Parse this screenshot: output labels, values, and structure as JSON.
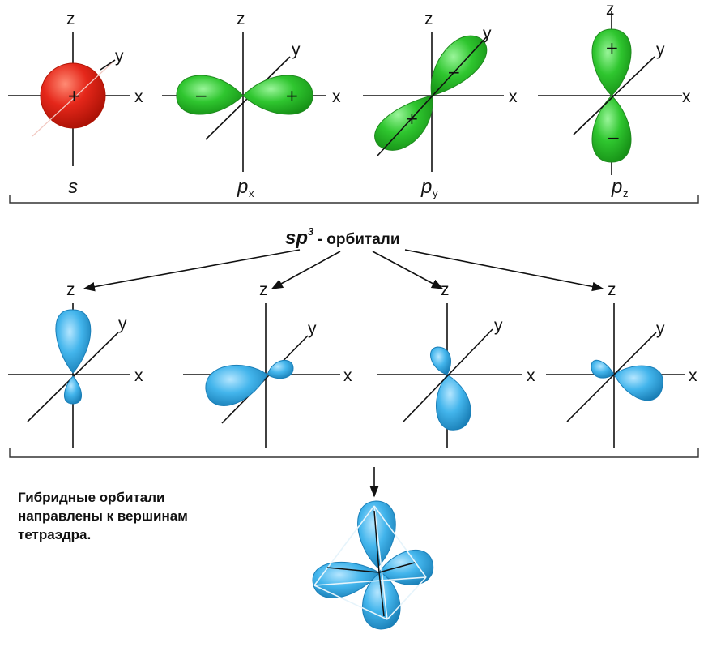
{
  "atomic_orbitals": [
    {
      "name": "s",
      "subscript": "",
      "color": "#e8291b",
      "signs": [
        "+"
      ]
    },
    {
      "name": "p",
      "subscript": "x",
      "color": "#29c129",
      "signs": [
        "−",
        "+"
      ]
    },
    {
      "name": "p",
      "subscript": "y",
      "color": "#29c129",
      "signs": [
        "−",
        "+"
      ]
    },
    {
      "name": "p",
      "subscript": "z",
      "color": "#29c129",
      "signs": [
        "+",
        "−"
      ]
    }
  ],
  "axes": {
    "x": "x",
    "y": "y",
    "z": "z"
  },
  "hybrid_title": {
    "main": "sp",
    "sup": "3",
    "rest": "- орбитали"
  },
  "hybrid_color": "#3fb3ec",
  "hybrid_orbitals_count": 4,
  "caption": {
    "line1": "Гибридные орбитали",
    "line2": "направлены к вершинам",
    "line3": "тетраэдра."
  }
}
